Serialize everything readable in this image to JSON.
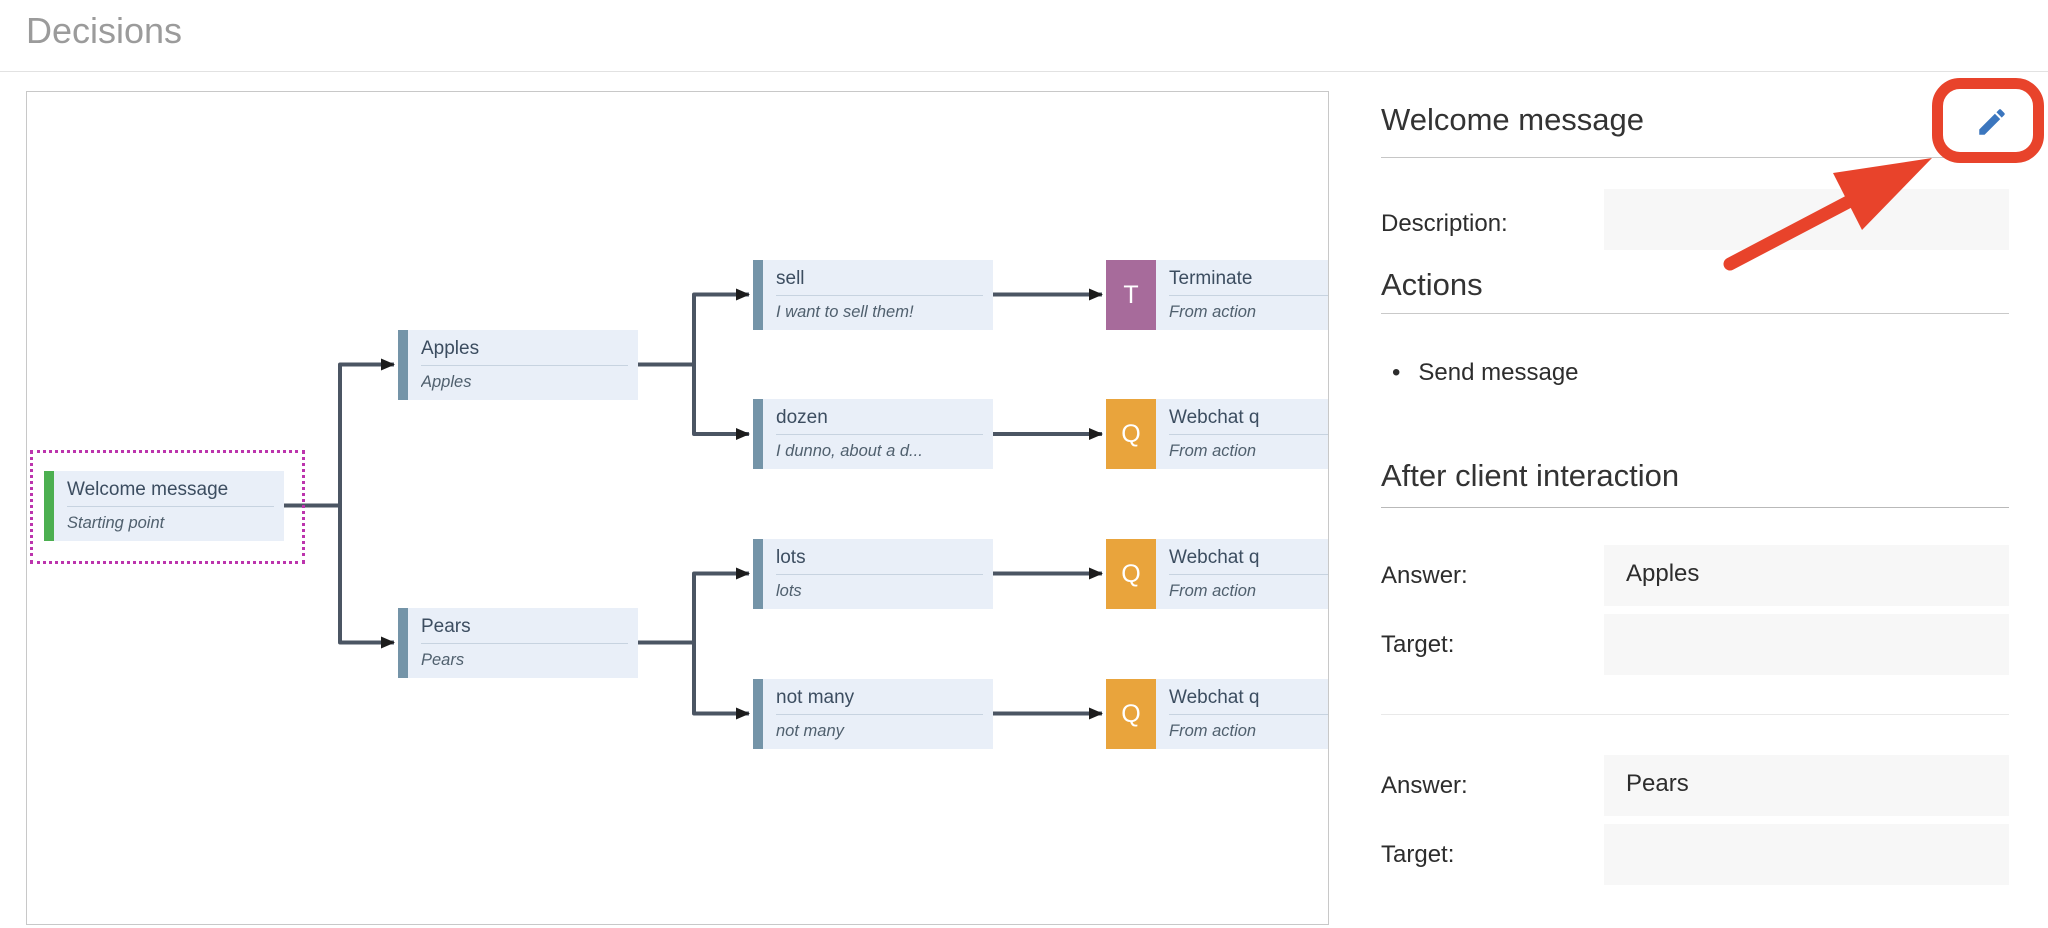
{
  "page": {
    "title": "Decisions"
  },
  "tree": {
    "selected_node": "Welcome message",
    "nodes": [
      {
        "id": "welcome",
        "title": "Welcome message",
        "subtitle": "Starting point",
        "kind": "start"
      },
      {
        "id": "apples",
        "title": "Apples",
        "subtitle": "Apples",
        "kind": "answer"
      },
      {
        "id": "pears",
        "title": "Pears",
        "subtitle": "Pears",
        "kind": "answer"
      },
      {
        "id": "sell",
        "title": "sell",
        "subtitle": "I want to sell them!",
        "kind": "answer"
      },
      {
        "id": "dozen",
        "title": "dozen",
        "subtitle": "I dunno, about a d...",
        "kind": "answer"
      },
      {
        "id": "lots",
        "title": "lots",
        "subtitle": "lots",
        "kind": "answer"
      },
      {
        "id": "not-many",
        "title": "not many",
        "subtitle": "not many",
        "kind": "answer"
      },
      {
        "id": "terminate",
        "title": "Terminate",
        "subtitle": "From action",
        "badge": "T",
        "kind": "action"
      },
      {
        "id": "webchat-1",
        "title": "Webchat q",
        "subtitle": "From action",
        "badge": "Q",
        "kind": "action"
      },
      {
        "id": "webchat-2",
        "title": "Webchat q",
        "subtitle": "From action",
        "badge": "Q",
        "kind": "action"
      },
      {
        "id": "webchat-3",
        "title": "Webchat q",
        "subtitle": "From action",
        "badge": "Q",
        "kind": "action"
      }
    ]
  },
  "panel": {
    "title": "Welcome message",
    "edit_icon": "pencil-icon",
    "description_label": "Description:",
    "description_value": "",
    "actions_heading": "Actions",
    "actions": [
      "Send message"
    ],
    "after_heading": "After client interaction",
    "answers": [
      {
        "answer_label": "Answer:",
        "answer_value": "Apples",
        "target_label": "Target:",
        "target_value": ""
      },
      {
        "answer_label": "Answer:",
        "answer_value": "Pears",
        "target_label": "Target:",
        "target_value": ""
      }
    ]
  },
  "colors": {
    "node_background": "#e9eff8",
    "start_green": "#4caf50",
    "answer_bar_blue": "#7494a8",
    "terminate_purple": "#a76b9b",
    "question_orange": "#e9a43c",
    "connector_gray": "#4b5563",
    "selection_magenta": "#bc34ad",
    "annotation_red": "#e8432b",
    "pencil_blue": "#3b76be",
    "field_box_gray": "#f7f7f7"
  }
}
